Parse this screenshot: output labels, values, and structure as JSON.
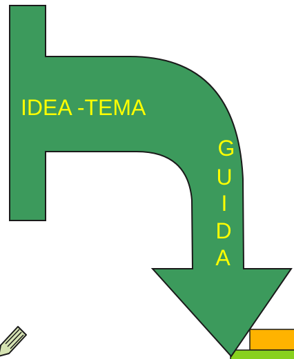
{
  "diagram": {
    "main_label": "IDEA -TEMA",
    "vertical_letters": [
      "G",
      "U",
      "I",
      "D",
      "A"
    ]
  },
  "colors": {
    "arrow_fill": "#3c9a5c",
    "arrow_stroke": "#1a1a1a",
    "text": "#ffff00",
    "box_orange": "#ffb300",
    "box_green": "#88d11e",
    "pencil_fill": "#d6e3b3"
  }
}
